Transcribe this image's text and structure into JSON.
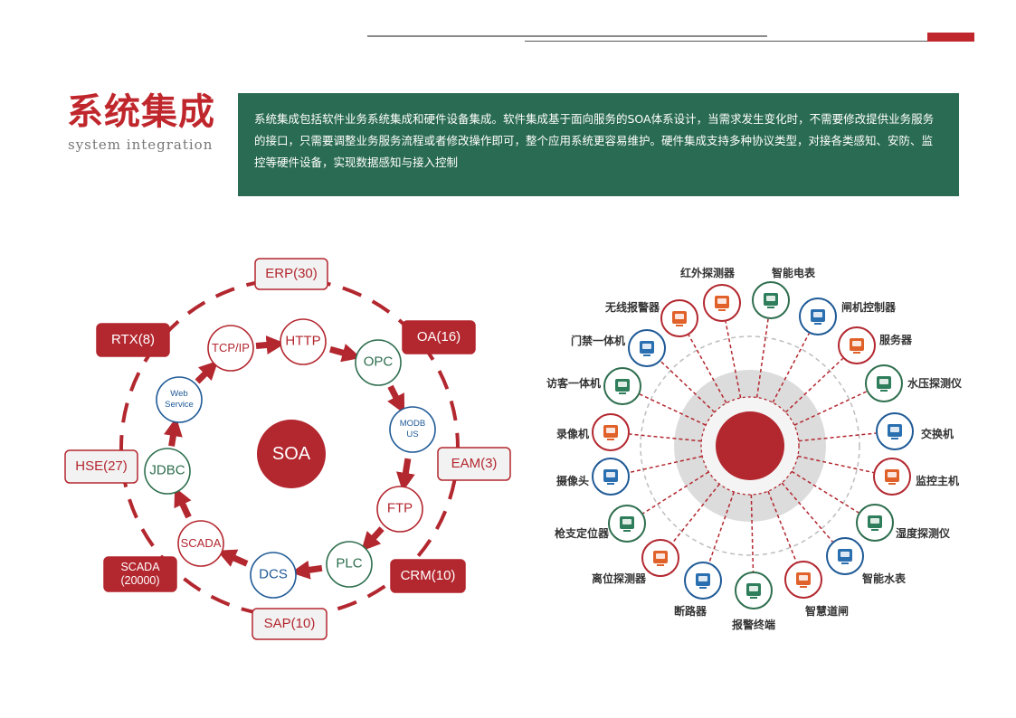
{
  "header": {
    "title": "系统集成",
    "subtitle": "system integration",
    "description": "系统集成包括软件业务系统集成和硬件设备集成。软件集成基于面向服务的SOA体系设计，当需求发生变化时，不需要修改提供业务服务的接口，只需要调整业务服务流程或者修改操作即可，整个应用系统更容易维护。硬件集成支持多种协议类型，对接各类感知、安防、监控等硬件设备，实现数据感知与接入控制"
  },
  "colors": {
    "red": "#b3272f",
    "green": "#2e6e4e",
    "blue": "#1f5a96",
    "panel": "#2a6b53",
    "orange": "#e0622a"
  },
  "soa_diagram": {
    "center": "SOA",
    "protocols": [
      {
        "label": "TCP/IP",
        "color": "red"
      },
      {
        "label": "HTTP",
        "color": "red"
      },
      {
        "label": "OPC",
        "color": "green"
      },
      {
        "label": "MODB US",
        "color": "blue"
      },
      {
        "label": "FTP",
        "color": "red"
      },
      {
        "label": "PLC",
        "color": "green"
      },
      {
        "label": "DCS",
        "color": "blue"
      },
      {
        "label": "SCADA",
        "color": "red"
      },
      {
        "label": "JDBC",
        "color": "green"
      },
      {
        "label": "Web Service",
        "color": "blue"
      }
    ],
    "systems": [
      {
        "label": "ERP(30)",
        "style": "light"
      },
      {
        "label": "OA(16)",
        "style": "dark"
      },
      {
        "label": "EAM(3)",
        "style": "light"
      },
      {
        "label": "CRM(10)",
        "style": "dark"
      },
      {
        "label": "SAP(10)",
        "style": "light"
      },
      {
        "label": "SCADA (20000)",
        "style": "dark"
      },
      {
        "label": "HSE(27)",
        "style": "light"
      },
      {
        "label": "RTX(8)",
        "style": "dark"
      }
    ]
  },
  "hardware_diagram": {
    "devices": [
      {
        "label": "红外探测器",
        "icon": "infrared-detector-icon",
        "color": "red"
      },
      {
        "label": "智能电表",
        "icon": "smart-meter-icon",
        "color": "green"
      },
      {
        "label": "闸机控制器",
        "icon": "gate-controller-icon",
        "color": "blue"
      },
      {
        "label": "服务器",
        "icon": "server-icon",
        "color": "red"
      },
      {
        "label": "水压探测仪",
        "icon": "pressure-gauge-icon",
        "color": "green"
      },
      {
        "label": "交换机",
        "icon": "switch-icon",
        "color": "blue"
      },
      {
        "label": "监控主机",
        "icon": "monitor-host-icon",
        "color": "red"
      },
      {
        "label": "湿度探测仪",
        "icon": "humidity-gauge-icon",
        "color": "green"
      },
      {
        "label": "智能水表",
        "icon": "water-meter-icon",
        "color": "blue"
      },
      {
        "label": "智慧道闸",
        "icon": "barrier-gate-icon",
        "color": "red"
      },
      {
        "label": "报警终端",
        "icon": "alarm-light-icon",
        "color": "green"
      },
      {
        "label": "断路器",
        "icon": "circuit-breaker-icon",
        "color": "blue"
      },
      {
        "label": "离位探测器",
        "icon": "position-detector-icon",
        "color": "red"
      },
      {
        "label": "枪支定位器",
        "icon": "gun-locator-icon",
        "color": "green"
      },
      {
        "label": "摄像头",
        "icon": "webcam-icon",
        "color": "blue"
      },
      {
        "label": "录像机",
        "icon": "video-camera-icon",
        "color": "red"
      },
      {
        "label": "访客一体机",
        "icon": "visitor-terminal-icon",
        "color": "green"
      },
      {
        "label": "门禁一体机",
        "icon": "access-control-icon",
        "color": "blue"
      },
      {
        "label": "无线报警器",
        "icon": "wireless-alarm-icon",
        "color": "red"
      }
    ]
  }
}
